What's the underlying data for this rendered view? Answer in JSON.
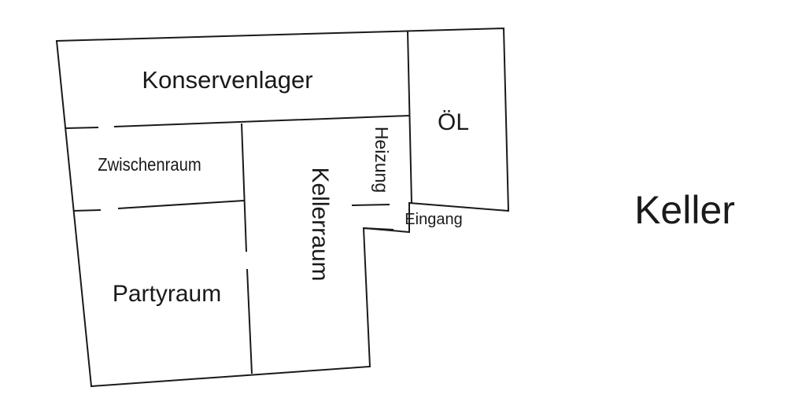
{
  "plan": {
    "title": "Keller",
    "rooms": {
      "konservenlager": "Konservenlager",
      "oel": "ÖL",
      "heizung": "Heizung",
      "zwischenraum": "Zwischenraum",
      "kellerraum": "Kellerraum",
      "partyraum": "Partyraum",
      "eingang": "Eingang"
    }
  }
}
